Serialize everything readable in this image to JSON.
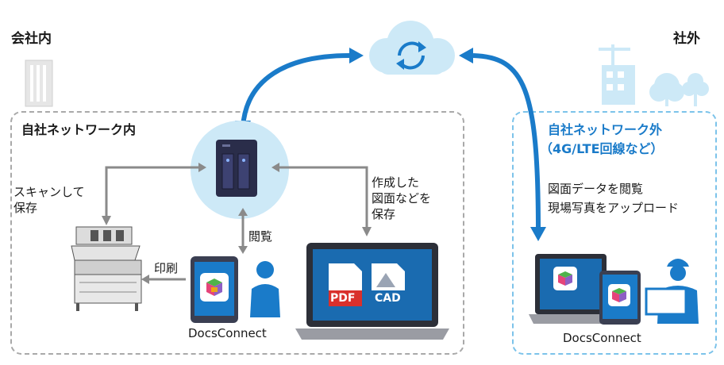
{
  "office_label": "会社内",
  "outside_label": "社外",
  "internal_network_label": "自社ネットワーク内",
  "external_network_label_line1": "自社ネットワーク外",
  "external_network_label_line2": "（4G/LTE回線など）",
  "scan_save_line1": "スキャンして",
  "scan_save_line2": "保存",
  "created_save_line1": "作成した",
  "created_save_line2": "図面などを",
  "created_save_line3": "保存",
  "browse_label": "閲覧",
  "print_label": "印刷",
  "external_text_line1": "図面データを閲覧",
  "external_text_line2": "現場写真をアップロード",
  "docsconnect_internal": "DocsConnect",
  "docsconnect_external": "DocsConnect",
  "pdf_label": "PDF",
  "cad_label": "CAD",
  "colors": {
    "accent_blue": "#1a7bc9",
    "light_blue": "#cde9f7",
    "arrow_gray": "#8a8a8a",
    "pdf_red": "#d9302c",
    "cad_blue": "#1a6bb0"
  },
  "icons": [
    "cloud-sync-icon",
    "office-building-icon",
    "construction-site-icon",
    "nas-storage-icon",
    "wide-format-printer-icon",
    "tablet-icon",
    "user-silhouette-icon",
    "laptop-icon",
    "pdf-file-icon",
    "cad-file-icon",
    "docsconnect-app-icon",
    "field-worker-icon"
  ]
}
